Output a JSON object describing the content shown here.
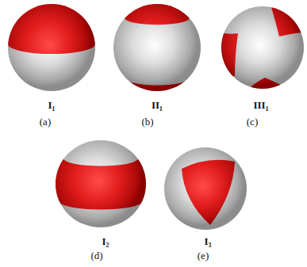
{
  "diagram": {
    "labels": [
      "I₁",
      "(a)",
      "II₁",
      "(b)",
      "III₁",
      "(c)",
      "I₂",
      "(d)",
      "I₃",
      "(e)"
    ]
  }
}
